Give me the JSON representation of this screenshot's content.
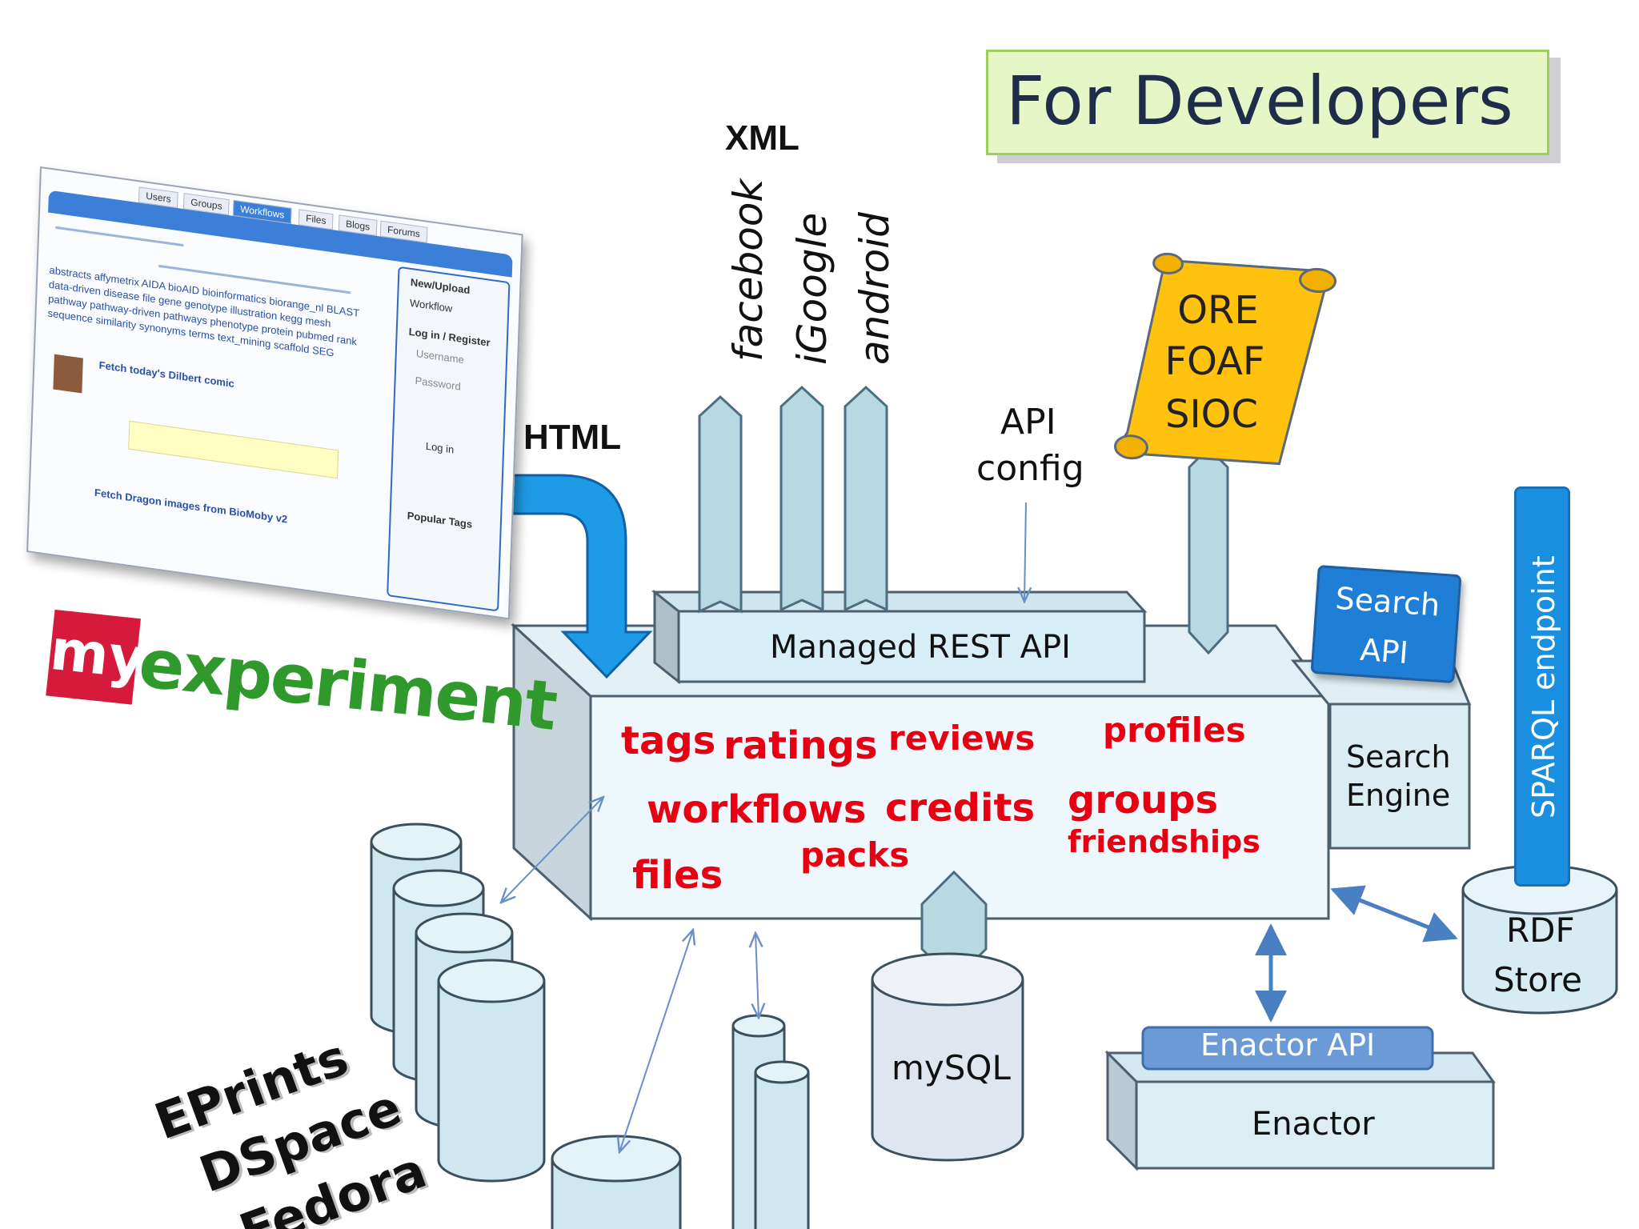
{
  "title": "For Developers",
  "labels": {
    "xml": "XML",
    "html": "HTML",
    "api_config": [
      "API",
      "config"
    ],
    "managed_rest_api": "Managed REST API",
    "search_api": [
      "Search",
      "API"
    ],
    "search_engine": [
      "Search",
      "Engine"
    ],
    "sparql_endpoint": "SPARQL endpoint",
    "rdf_store": [
      "RDF",
      "Store"
    ],
    "mysql": "mySQL",
    "enactor_api": "Enactor API",
    "enactor": "Enactor",
    "myexperiment_my": "my",
    "myexperiment_experiment": "experiment"
  },
  "clients": [
    "facebook",
    "iGoogle",
    "android"
  ],
  "formats": [
    "ORE",
    "FOAF",
    "SIOC"
  ],
  "entities": [
    "tags",
    "ratings",
    "reviews",
    "profiles",
    "workflows",
    "credits",
    "groups",
    "friendships",
    "files",
    "packs"
  ],
  "repositories": [
    "EPrints",
    "DSpace",
    "Fedora"
  ],
  "screenshot": {
    "tabs": [
      "Users",
      "Groups",
      "Workflows",
      "Files",
      "Blogs",
      "Forums"
    ],
    "tag_lines": [
      "abstracts  affymetrix  AIDA  bioAID  bioinformatics  biorange_nl  BLAST",
      "data-driven  disease  file  gene  genotype  illustration  kegg  mesh",
      "pathway  pathway-driven  pathways  phenotype  protein  pubmed  rank",
      "sequence  similarity  synonyms  terms  text_mining  scaffold  SEG",
      "Fetch today's Dilbert comic",
      "Fetch Dragon images from BioMoby v2"
    ],
    "panel_items": [
      "New/Upload",
      "Workflow",
      "Log in / Register",
      "Username",
      "Password",
      "Log in",
      "Popular Tags"
    ]
  },
  "colors": {
    "title_bg": "#e6f6c6",
    "arrow_fill": "#b7d9e2",
    "box_fill": "#e9f6fb",
    "html_arrow": "#1e9be6",
    "scroll": "#ffc20e",
    "red_text": "#e60012",
    "link_arrow": "#4a7fc1"
  }
}
